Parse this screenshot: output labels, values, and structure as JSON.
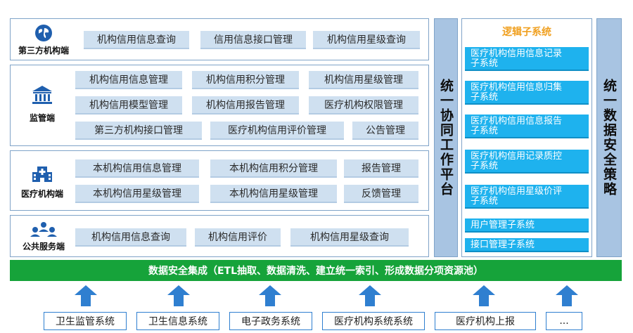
{
  "rows": [
    {
      "actor": {
        "label": "第三方机构端",
        "icon": "globe-icon"
      },
      "modules": [
        "机构信用信息查询",
        "信用信息接口管理",
        "机构信用星级查询"
      ]
    },
    {
      "actor": {
        "label": "监管端",
        "icon": "government-building-icon"
      },
      "modules": [
        "机构信用信息管理",
        "机构信用积分管理",
        "机构信用星级管理",
        "机构信用模型管理",
        "机构信用报告管理",
        "医疗机构权限管理",
        "第三方机构接口管理",
        "医疗机构信用评价管理",
        "公告管理"
      ]
    },
    {
      "actor": {
        "label": "医疗机构端",
        "icon": "hospital-icon"
      },
      "modules": [
        "本机构信用信息管理",
        "本机构信用积分管理",
        "报告管理",
        "本机构信用星级管理",
        "本机构信用星级管理",
        "反馈管理"
      ]
    },
    {
      "actor": {
        "label": "公共服务端",
        "icon": "people-group-icon"
      },
      "modules": [
        "机构信用信息查询",
        "机构信用评价",
        "机构信用星级查询"
      ]
    }
  ],
  "collab_platform": {
    "label": "统一协同工作平台"
  },
  "logic_system": {
    "title": "逻辑子系统",
    "items": [
      [
        "医疗机构信用信息记录",
        "子系统"
      ],
      [
        "医疗机构信用信息归集",
        "子系统"
      ],
      [
        "医疗机构信用信息报告",
        "子系统"
      ],
      [
        "医疗机构信用记录质控",
        "子系统"
      ],
      [
        "医疗机构信用星级价评",
        "子系统"
      ],
      [
        "用户管理子系统"
      ],
      [
        "接口管理子系统"
      ]
    ]
  },
  "security_strategy": {
    "label": "统一数据安全策略"
  },
  "integration": {
    "label": "数据安全集成（ETL抽取、数据清洗、建立统一索引、形成数据分项资源池）"
  },
  "sources": [
    "卫生监管系统",
    "卫生信息系统",
    "电子政务系统",
    "医疗机构系统系统",
    "医疗机构上报",
    "..."
  ],
  "colors": {
    "module_bg": "#cfe0f0",
    "column_bg": "#a8c4e2",
    "subsystem_bg": "#1eb2ee",
    "integration_bg": "#16a33a",
    "logic_title": "#f0a020",
    "arrow": "#2f7fd0"
  }
}
